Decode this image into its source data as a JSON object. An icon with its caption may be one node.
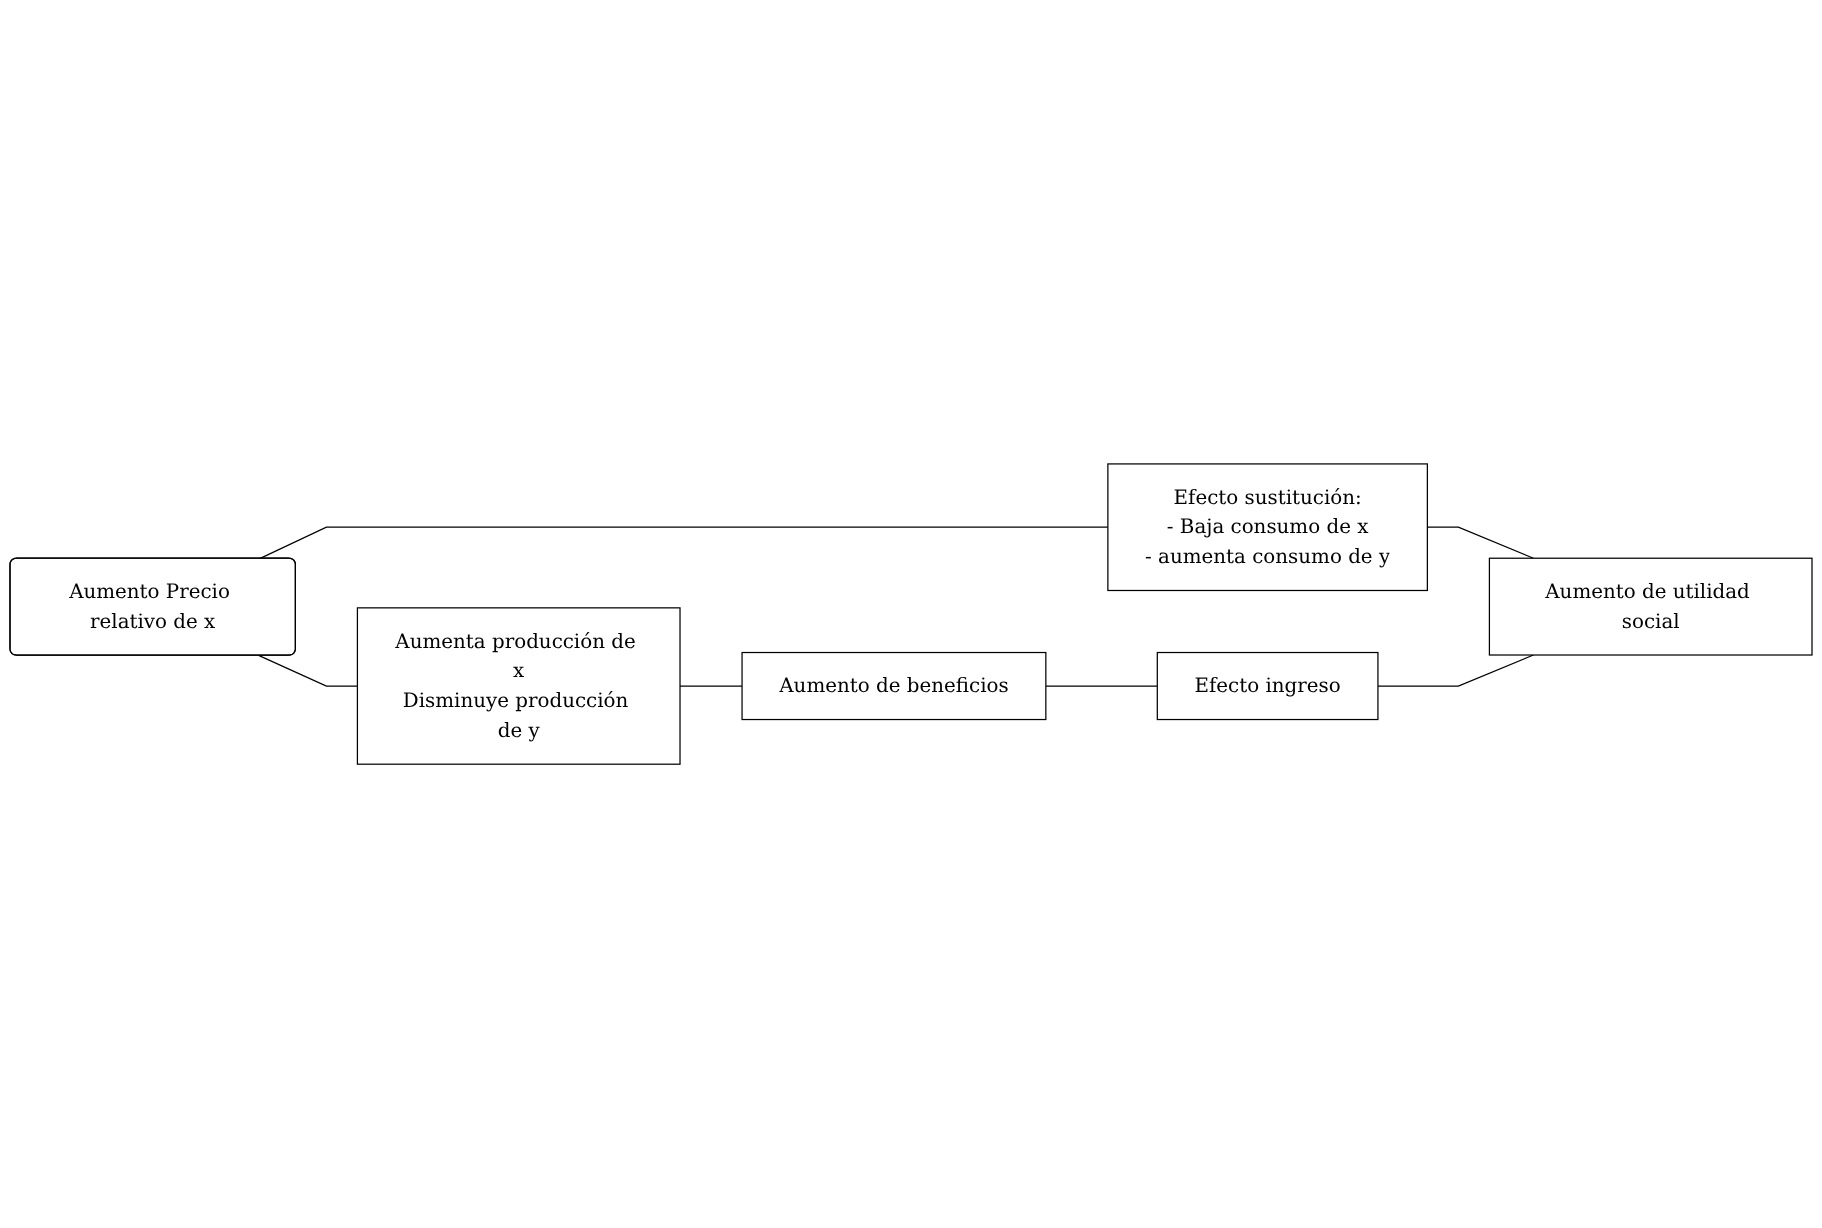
{
  "diagram": {
    "nodes": [
      {
        "text": [
          "Aumento Precio relativo de x"
        ]
      },
      {
        "text": [
          "Aumenta producción de x",
          "Disminuye producción de y"
        ]
      },
      {
        "text": [
          "Aumento de beneficios"
        ]
      },
      {
        "text": [
          "Efecto sustitución:",
          "- Baja consumo de x",
          "- aumenta consumo de y"
        ]
      },
      {
        "text": [
          "Efecto ingreso"
        ]
      },
      {
        "text": [
          "Aumento de utilidad social"
        ]
      }
    ],
    "edges": [
      {
        "from": 0,
        "to": 1,
        "arrow": "none"
      },
      {
        "from": 0,
        "to": 3,
        "arrow": "none"
      },
      {
        "from": 1,
        "to": 2,
        "arrow": "none"
      },
      {
        "from": 2,
        "to": 4,
        "arrow": "none"
      },
      {
        "from": 3,
        "to": 5,
        "arrow": "none"
      },
      {
        "from": 4,
        "to": 5,
        "arrow": "none"
      }
    ]
  }
}
